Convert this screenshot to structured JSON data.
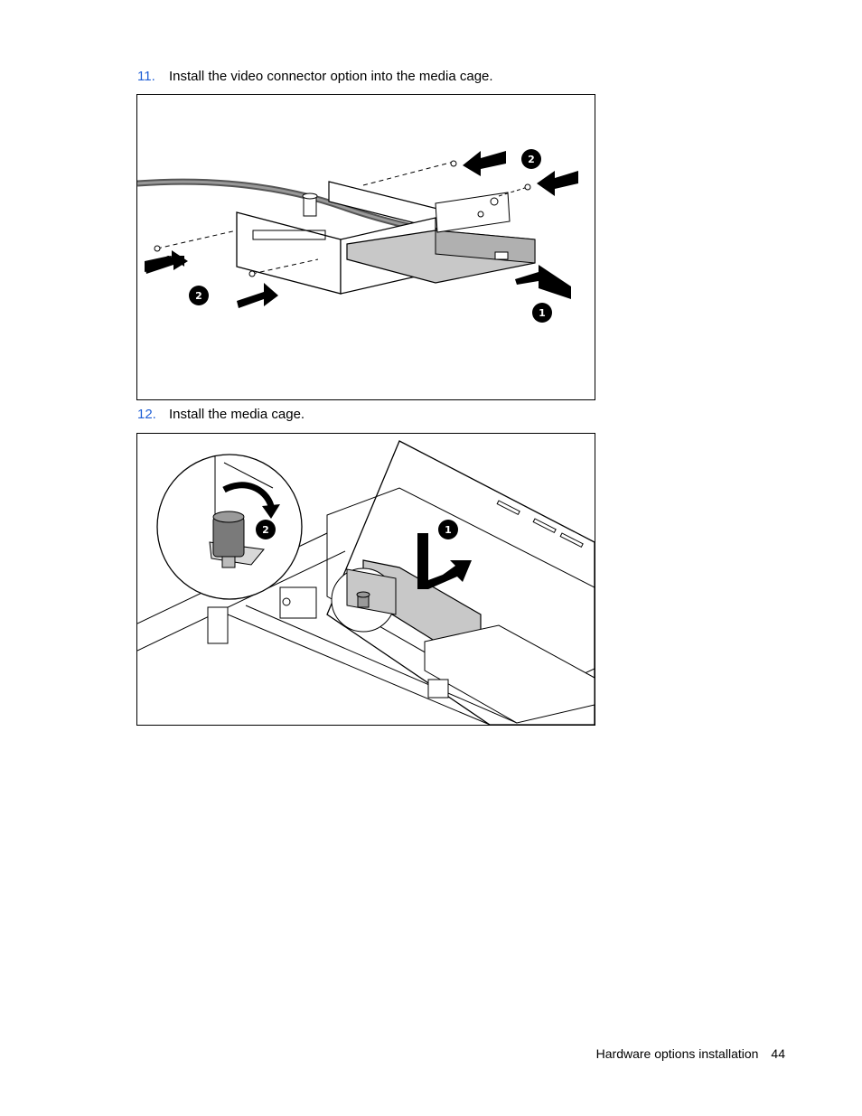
{
  "steps": [
    {
      "number": "11.",
      "text": "Install the video connector option into the media cage."
    },
    {
      "number": "12.",
      "text": "Install the media cage."
    }
  ],
  "figure1": {
    "callouts": [
      "2",
      "2",
      "1"
    ]
  },
  "figure2": {
    "callouts": [
      "1",
      "2"
    ]
  },
  "footer": {
    "section": "Hardware options installation",
    "page": "44"
  }
}
